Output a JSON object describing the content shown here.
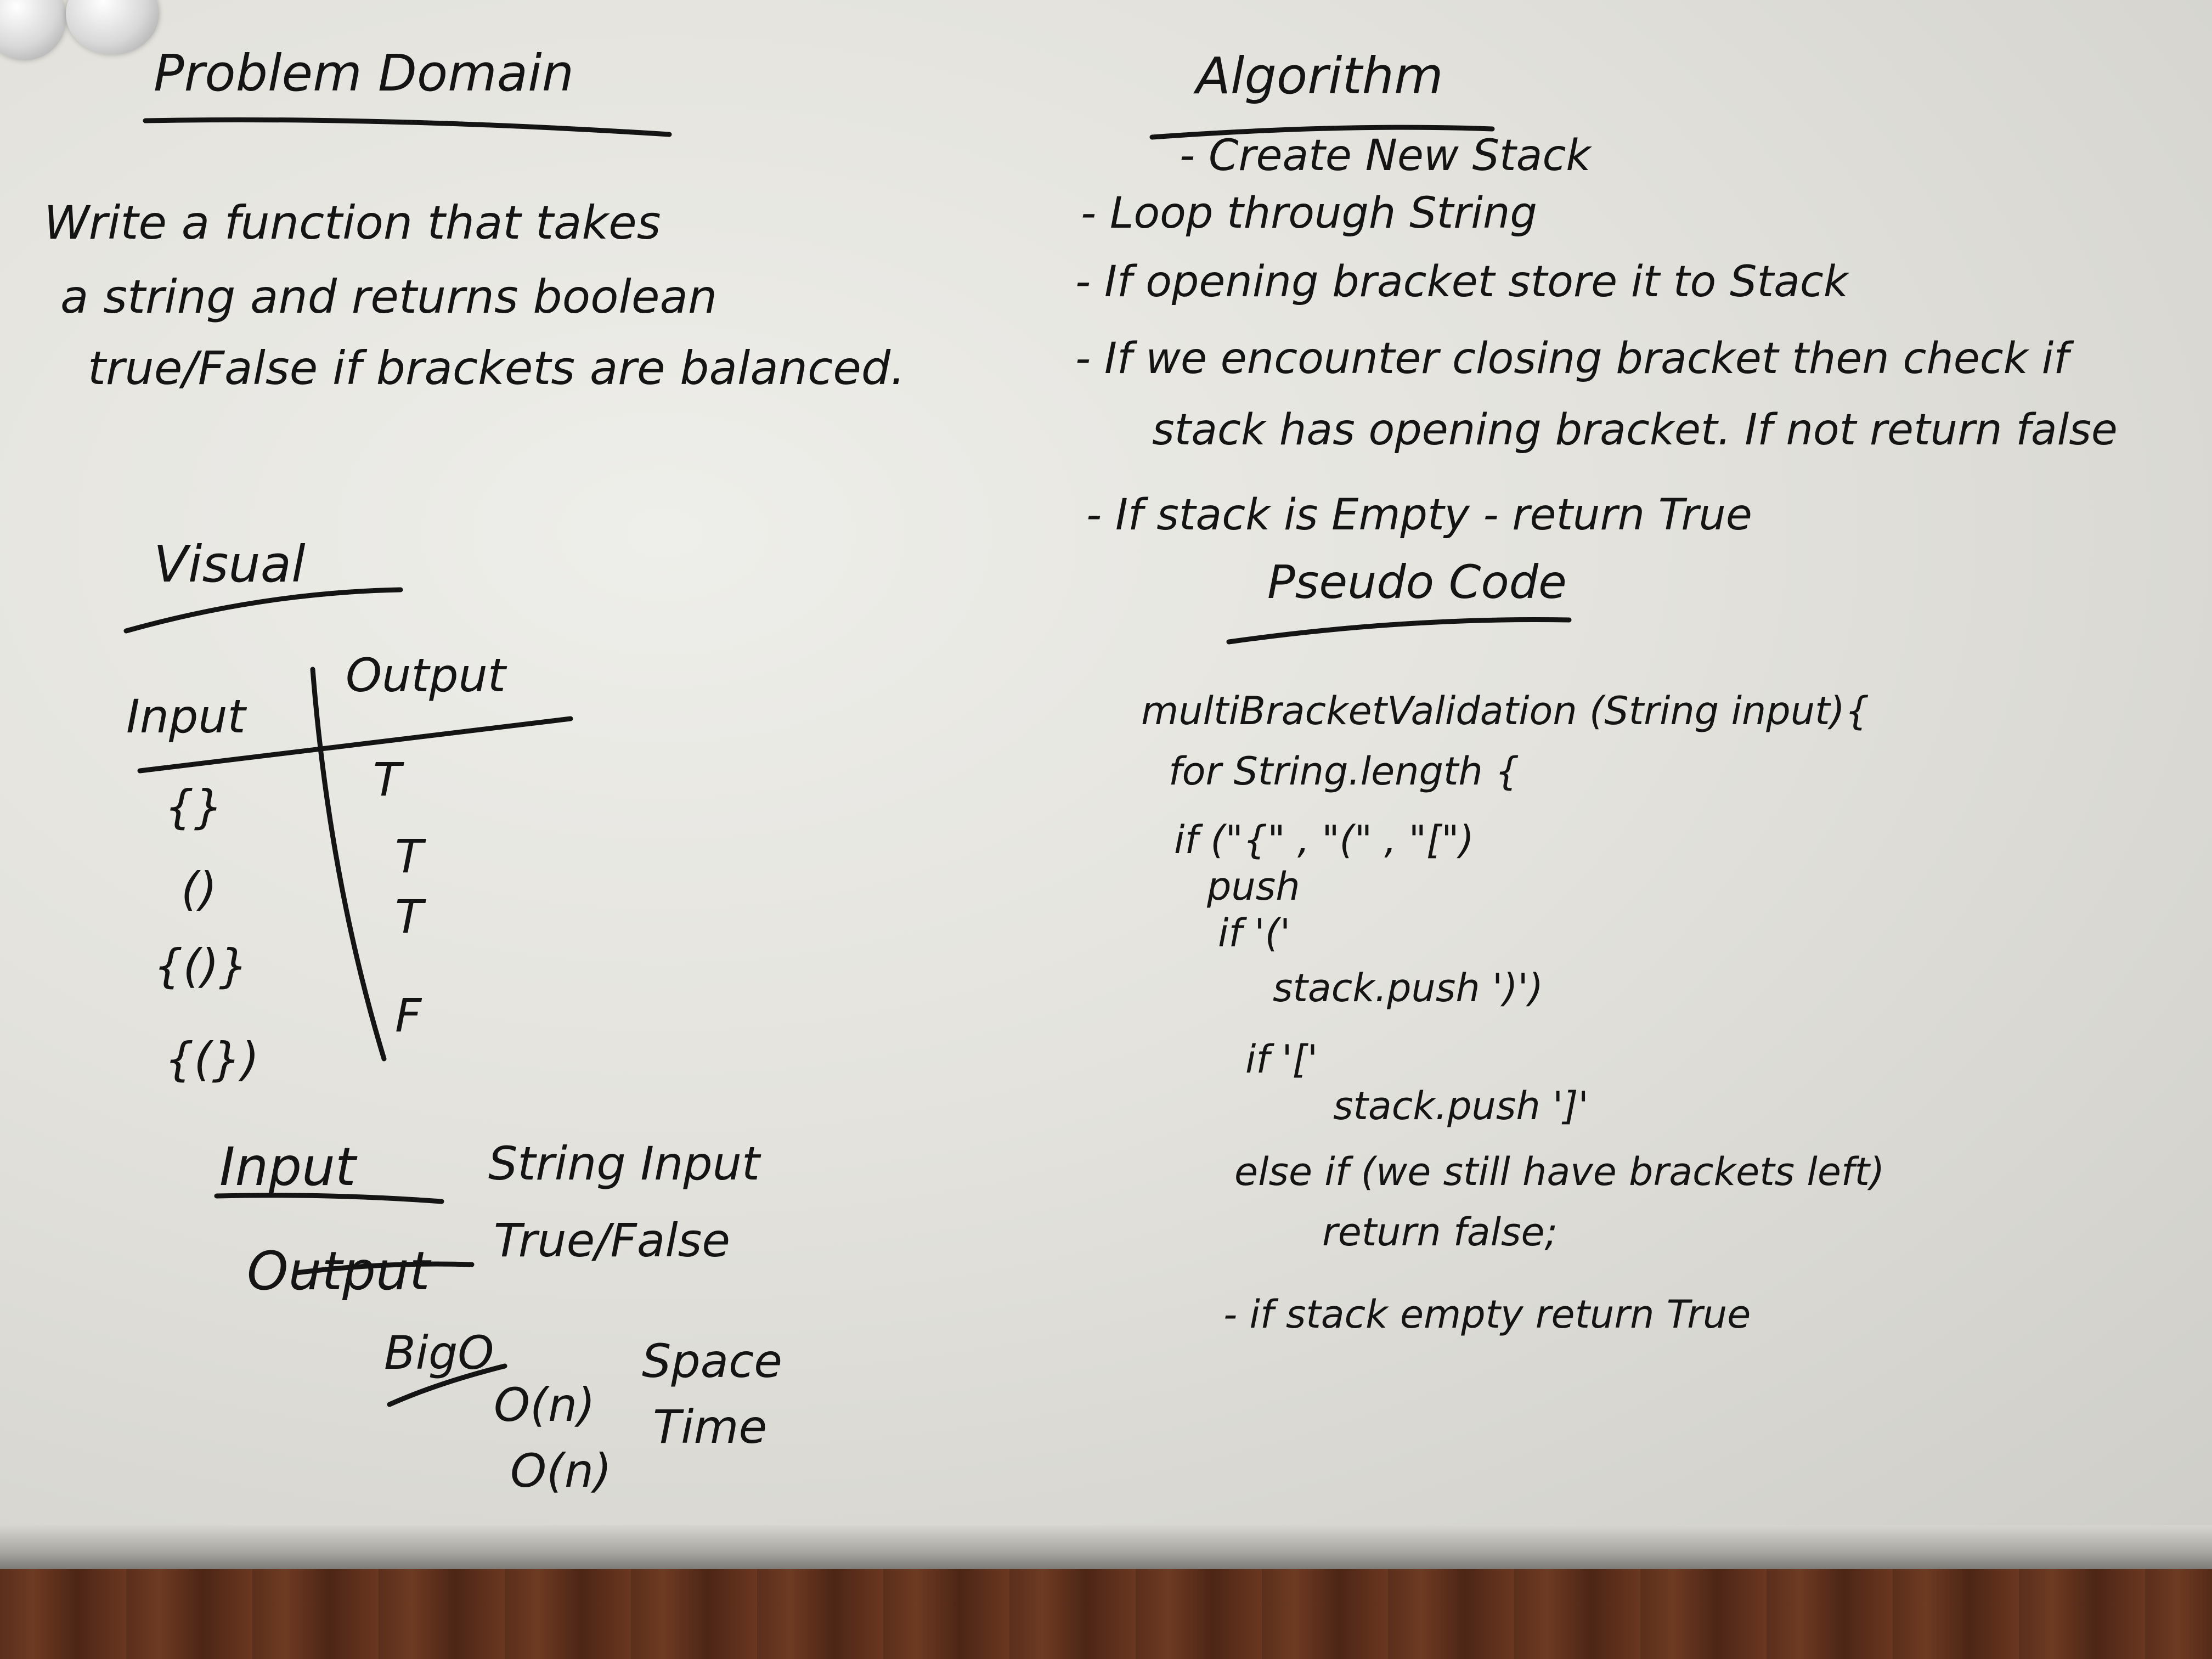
{
  "problem_domain": {
    "heading": "Problem Domain",
    "lines": [
      "Write a function that takes",
      "a string and returns boolean",
      "true/False if brackets are balanced."
    ]
  },
  "visual": {
    "heading": "Visual",
    "table": {
      "headers": [
        "Input",
        "Output"
      ],
      "rows": [
        [
          "{}",
          "T"
        ],
        [
          "()",
          "T"
        ],
        [
          "{()}",
          "T"
        ],
        [
          "{(})",
          "F"
        ]
      ]
    },
    "io": [
      {
        "label": "Input",
        "value": "String Input"
      },
      {
        "label": "Output",
        "value": "True/False"
      }
    ],
    "bigo": {
      "label": "BigO",
      "items": [
        {
          "value": "O(n)",
          "kind": "Space"
        },
        {
          "value": "O(n)",
          "kind": "Time"
        }
      ]
    }
  },
  "algorithm": {
    "heading": "Algorithm",
    "steps": [
      "- Create New Stack",
      "- Loop through String",
      "- If opening bracket store it to Stack",
      "- If we encounter closing bracket then check if",
      "stack has opening bracket. If not return false",
      "- If stack is Empty - return True"
    ]
  },
  "pseudo_code": {
    "heading": "Pseudo Code",
    "lines": [
      "multiBracketValidation (String input){",
      "for String.length {",
      "if (\"{\" , \"(\" , \"[\")",
      "push",
      "if '('",
      "stack.push ')')",
      "if '['",
      "stack.push ']'",
      "else if (we still have brackets left)",
      "return false;",
      "- if stack empty return True"
    ]
  }
}
